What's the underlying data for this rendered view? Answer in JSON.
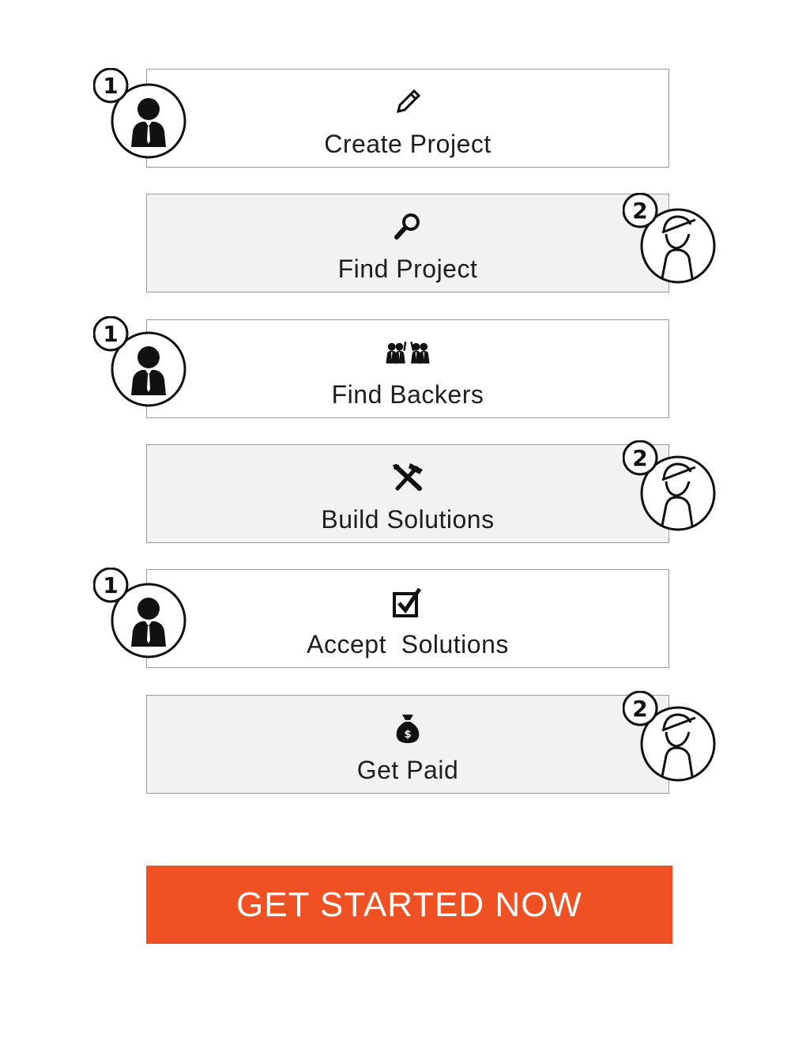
{
  "steps": [
    {
      "label": "Create Project",
      "icon": "pencil-icon",
      "actor": "1"
    },
    {
      "label": "Find Project",
      "icon": "magnifier-icon",
      "actor": "2"
    },
    {
      "label": "Find Backers",
      "icon": "backers-icon",
      "actor": "1"
    },
    {
      "label": "Build Solutions",
      "icon": "tools-icon",
      "actor": "2"
    },
    {
      "label": "Accept  Solutions",
      "icon": "checkbox-icon",
      "actor": "1"
    },
    {
      "label": "Get Paid",
      "icon": "money-bag-icon",
      "actor": "2"
    }
  ],
  "cta": {
    "label": "GET STARTED NOW"
  },
  "colors": {
    "accent": "#f05123",
    "box_alt": "#f2f2f2",
    "border": "#9a9a9a"
  }
}
